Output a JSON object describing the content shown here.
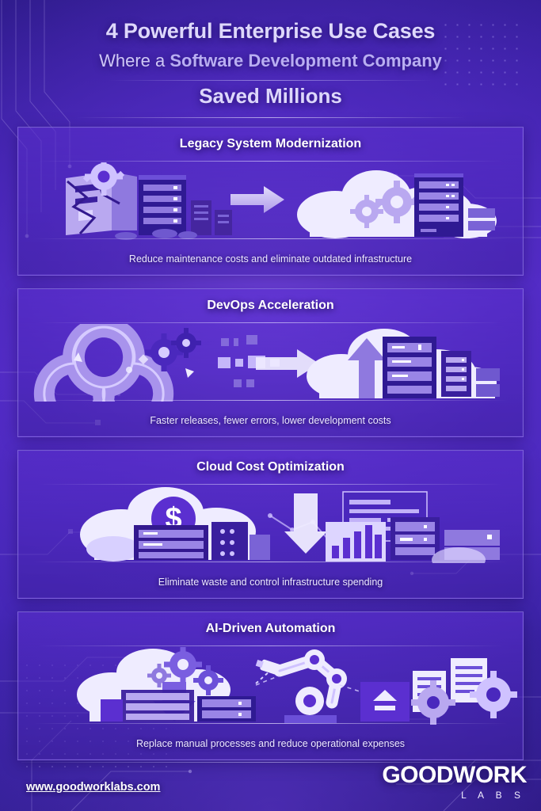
{
  "header": {
    "line1": "4 Powerful Enterprise Use Cases",
    "line2_prefix": "Where a ",
    "line2_strong": "Software Development Company",
    "line3": "Saved Millions"
  },
  "cards": [
    {
      "title": "Legacy System Modernization",
      "caption": "Reduce maintenance costs and eliminate outdated infrastructure",
      "art": "legacy-to-cloud-illustration"
    },
    {
      "title": "DevOps Acceleration",
      "caption": "Faster releases, fewer errors, lower development costs",
      "art": "devops-infinity-to-cloud-illustration"
    },
    {
      "title": "Cloud Cost Optimization",
      "caption": "Eliminate waste and control infrastructure spending",
      "art": "cloud-dollar-to-analytics-illustration"
    },
    {
      "title": "AI-Driven Automation",
      "caption": "Replace manual processes and reduce operational expenses",
      "art": "cloud-robot-arm-documents-illustration"
    }
  ],
  "footer": {
    "url": "www.goodworklabs.com",
    "logo_main": "GOODWORK",
    "logo_sub": "L A B S"
  },
  "colors": {
    "background_deep": "#2c1a88",
    "background_mid": "#4a28bd",
    "card_fill": "#562cc8",
    "heading_light": "#ded8fb",
    "heading_accent": "#b9aef2",
    "title_white": "#ffffff",
    "caption": "#ece8ff",
    "art_light": "#efecff",
    "art_mid": "#b9a8f0",
    "art_dark": "#3a1f9e"
  }
}
